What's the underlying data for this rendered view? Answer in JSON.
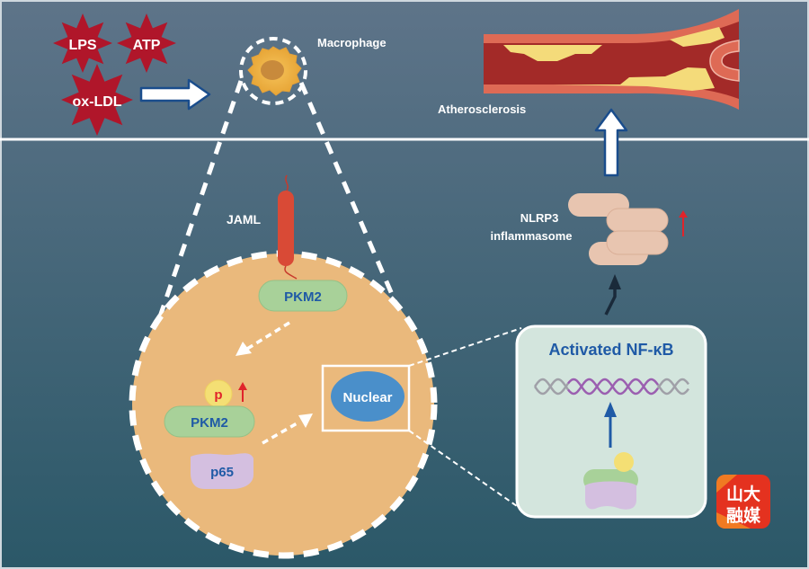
{
  "colors": {
    "bg_top": "#5e7489",
    "bg_bottom": "#2b5868",
    "star_red": "#b0162a",
    "cell_orange": "#eab97c",
    "pkm2_green": "#a8d199",
    "p65_purple": "#d4bfe0",
    "p_yellow": "#f4df74",
    "text_blue": "#1f5aa6",
    "nucleus_blue": "#4a8fca",
    "panel_bg": "#d3e5dd",
    "inflammasome": "#e8c5b0",
    "up_red": "#e0242b",
    "artery_wall": "#de6a55",
    "artery_lumen": "#a32a28",
    "plaque": "#f4db7a"
  },
  "stimuli": [
    {
      "id": "lps",
      "label": "LPS"
    },
    {
      "id": "atp",
      "label": "ATP"
    },
    {
      "id": "ox-ldl",
      "label": "ox-LDL"
    }
  ],
  "labels": {
    "macrophage": "Macrophage",
    "atherosclerosis": "Atherosclerosis",
    "jaml": "JAML",
    "pkm2_top": "PKM2",
    "pkm2_bottom": "PKM2",
    "phospho": "p",
    "p65": "p65",
    "nuclear": "Nuclear",
    "nlrp3_line1": "NLRP3",
    "nlrp3_line2": "inflammasome",
    "nfkb_title": "Activated NF-κB",
    "watermark_line1": "山大",
    "watermark_line2": "融媒"
  }
}
